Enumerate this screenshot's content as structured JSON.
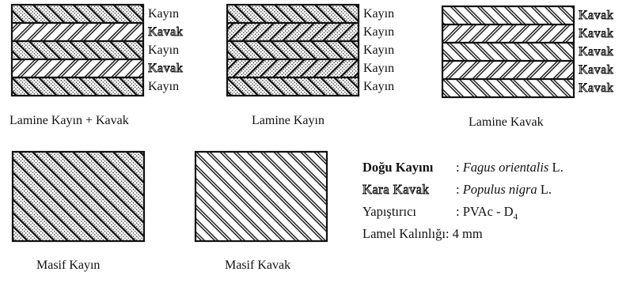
{
  "panels": [
    {
      "caption": "Lamine Kayın + Kavak",
      "layers": [
        {
          "label": "Kayın",
          "wood": "kayin"
        },
        {
          "label": "Kavak",
          "wood": "kavak"
        },
        {
          "label": "Kayın",
          "wood": "kayin"
        },
        {
          "label": "Kavak",
          "wood": "kavak"
        },
        {
          "label": "Kayın",
          "wood": "kayin"
        }
      ]
    },
    {
      "caption": "Lamine Kayın",
      "layers": [
        {
          "label": "Kayın",
          "wood": "kayin"
        },
        {
          "label": "Kayın",
          "wood": "kayin"
        },
        {
          "label": "Kayın",
          "wood": "kayin"
        },
        {
          "label": "Kayın",
          "wood": "kayin"
        },
        {
          "label": "Kayın",
          "wood": "kayin"
        }
      ]
    },
    {
      "caption": "Lamine Kavak",
      "layers": [
        {
          "label": "Kavak",
          "wood": "kavak"
        },
        {
          "label": "Kavak",
          "wood": "kavak"
        },
        {
          "label": "Kavak",
          "wood": "kavak"
        },
        {
          "label": "Kavak",
          "wood": "kavak"
        },
        {
          "label": "Kavak",
          "wood": "kavak"
        }
      ]
    }
  ],
  "solids": [
    {
      "caption": "Masif Kayın",
      "wood": "kayin"
    },
    {
      "caption": "Masif Kavak",
      "wood": "kavak"
    }
  ],
  "legend": [
    {
      "term": "Doğu Kayını",
      "sep": ": ",
      "value": "Fagus orientalis",
      "suffix": " L."
    },
    {
      "term": "Kara Kavak",
      "sep": ": ",
      "value": "Populus nigra",
      "suffix": " L."
    },
    {
      "term": "Yapıştırıcı",
      "sep": ": ",
      "value": "PVAc - D",
      "sub": "4"
    },
    {
      "term": "Lamel Kalınlığı",
      "sep": ": ",
      "value": "4 mm"
    }
  ]
}
